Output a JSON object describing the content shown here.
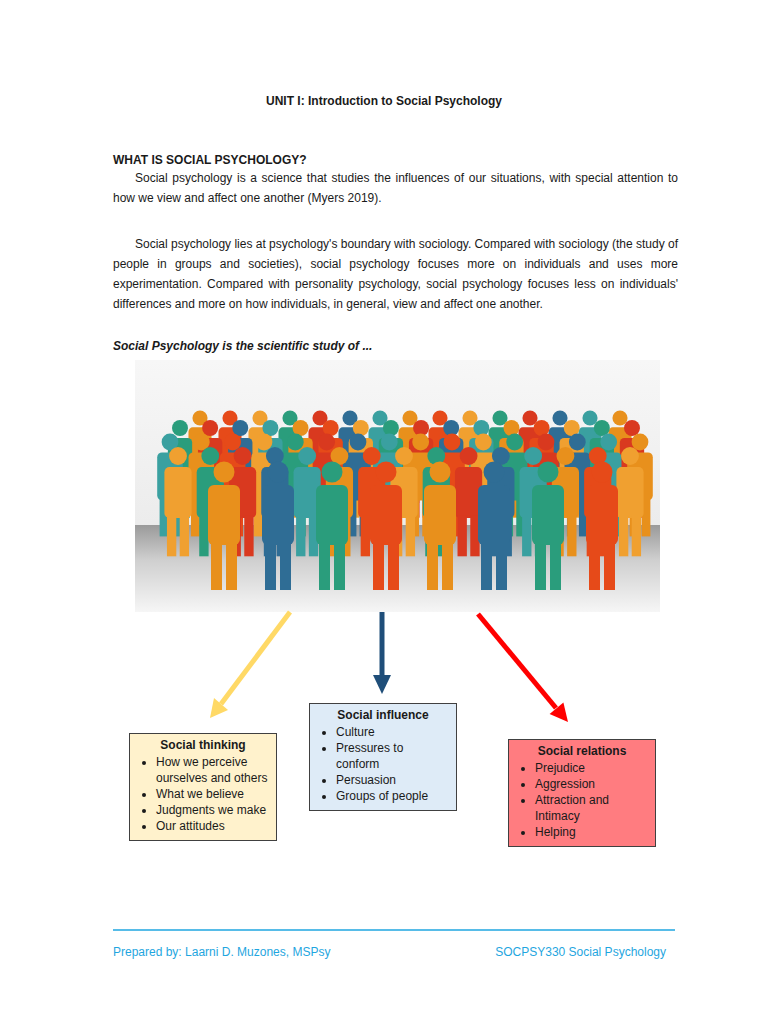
{
  "diagram": {
    "title": "UNIT I: Introduction to Social Psychology",
    "nodes": [
      {
        "text": [
          "Social thinking",
          "How we perceive ourselves and others",
          "What we believe",
          "Judgments we make",
          "Our attitudes"
        ]
      },
      {
        "text": [
          "Social influence",
          "Culture",
          "Pressures to conform",
          "Persuasion",
          "Groups of people"
        ]
      },
      {
        "text": [
          "Social relations",
          "Prejudice",
          "Aggression",
          "Attraction and Intimacy",
          "Helping"
        ]
      }
    ],
    "labels": [
      "WHAT IS SOCIAL PSYCHOLOGY?",
      "Social psychology is a science that studies the influences of our situations, with special attention to how we view and affect one another (Myers 2019).",
      "Social psychology lies at psychology's boundary with sociology. Compared with sociology (the study of people in groups and societies), social psychology focuses more on individuals and uses more experimentation. Compared with personality psychology, social psychology focuses less on individuals' differences and more on how individuals, in general, view and affect one another.",
      "Social Psychology is the scientific study of ...",
      "Prepared by: Laarni D. Muzones, MSPsy",
      "SOCPSY330 Social Psychology"
    ]
  }
}
